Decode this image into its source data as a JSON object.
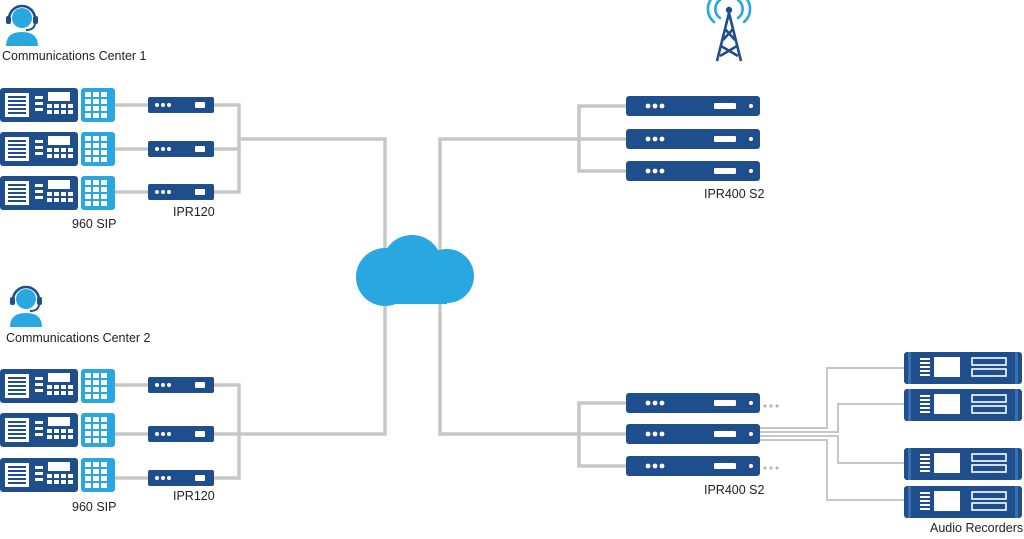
{
  "labels": {
    "center1": "Communications Center 1",
    "center2": "Communications Center 2",
    "sip_top": "960 SIP",
    "sip_bottom": "960 SIP",
    "ipr120_top": "IPR120",
    "ipr120_bottom": "IPR120",
    "ipr400_top": "IPR400 S2",
    "ipr400_bottom": "IPR400 S2",
    "recorders": "Audio Recorders"
  },
  "icons": {
    "operator": "operator-headset-icon",
    "tower": "radio-tower-icon",
    "cloud": "network-cloud-icon"
  },
  "colors": {
    "navy": "#1f4e8c",
    "light_blue": "#29a7e1",
    "line_gray": "#c7c7c7",
    "text": "#222222"
  }
}
